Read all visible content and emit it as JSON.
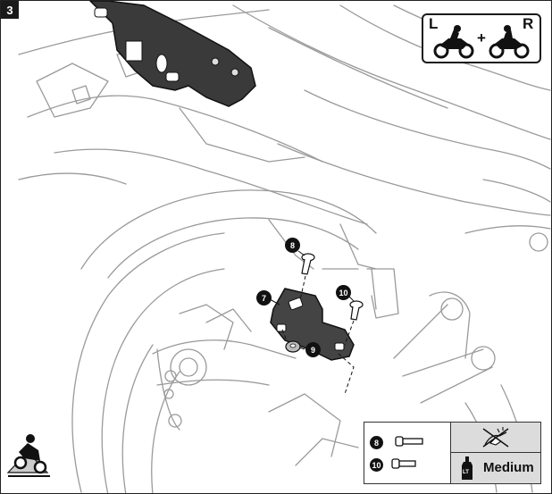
{
  "step": "3",
  "sides": {
    "left": "L",
    "right": "R",
    "joiner": "+"
  },
  "callouts": {
    "bracket": "7",
    "bolt_top": "8",
    "washer": "9",
    "bolt_right": "10"
  },
  "legend": {
    "parts": [
      {
        "number": "8",
        "icon": "bolt-icon"
      },
      {
        "number": "10",
        "icon": "bolt-icon"
      }
    ],
    "no_grease_icon": "no-grease-icon",
    "threadlock": {
      "label": "LT",
      "strength": "Medium"
    }
  },
  "colors": {
    "ink": "#1a1a1a",
    "part": "#3a3a3a",
    "legend_fill": "#dcdcdc",
    "line": "#9a9a9a"
  }
}
